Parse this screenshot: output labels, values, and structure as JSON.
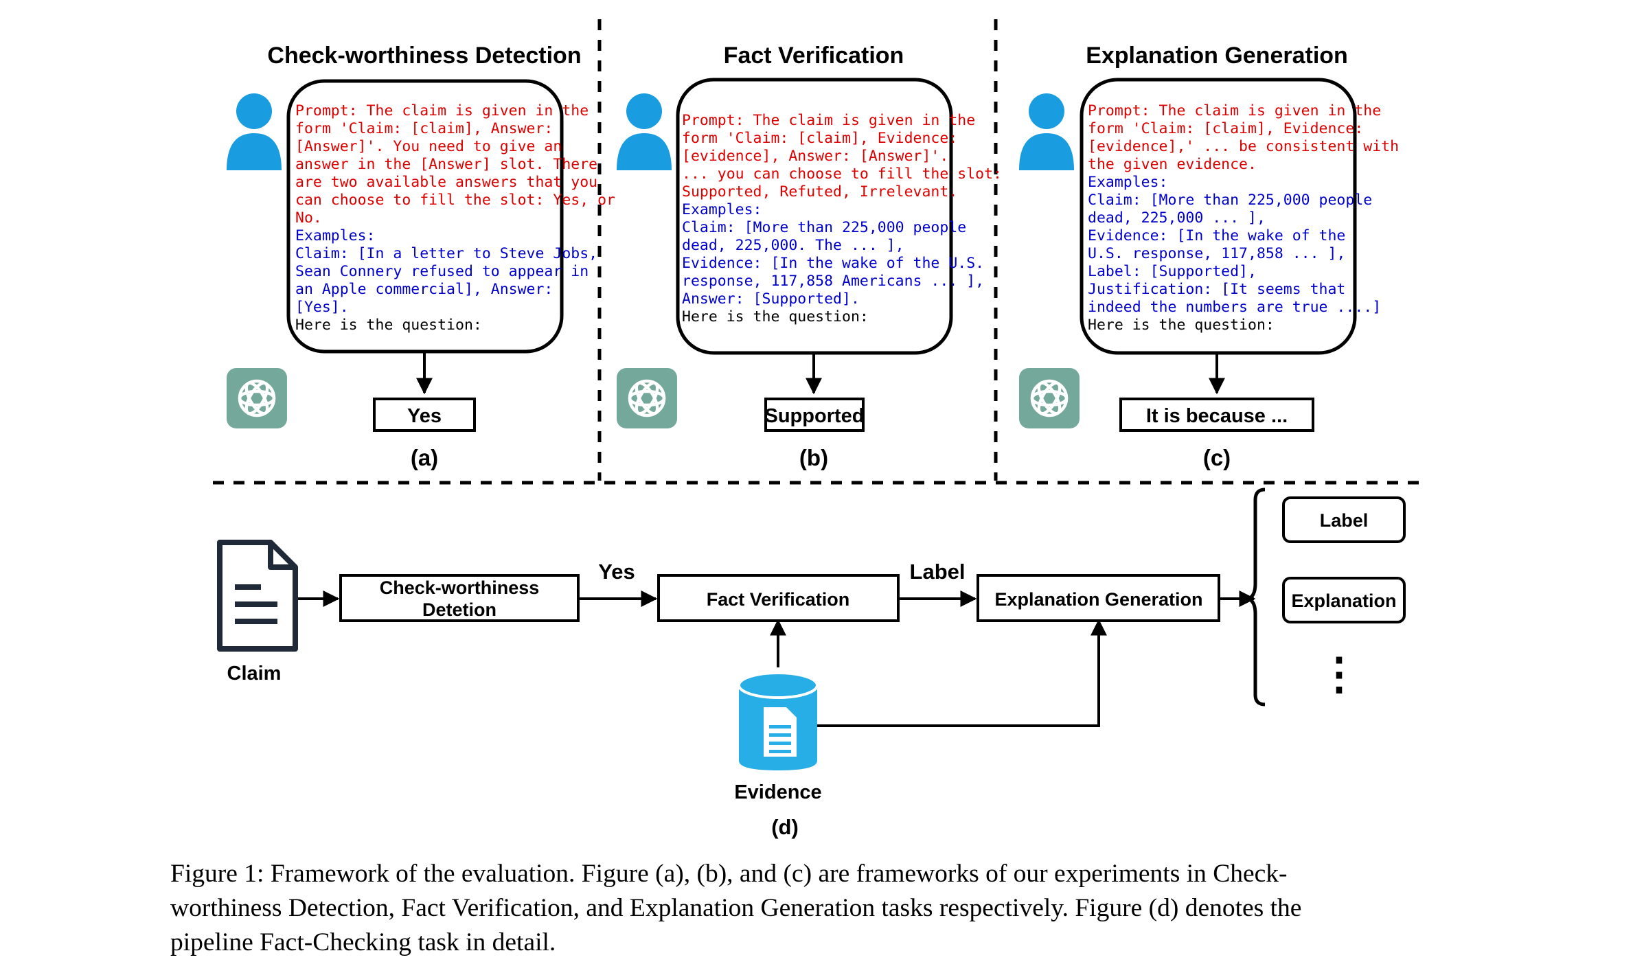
{
  "panels": {
    "a": {
      "title": "Check-worthiness Detection",
      "prompt_lines": [
        {
          "text": "Prompt: The claim is given in the",
          "color": "red"
        },
        {
          "text": "form 'Claim: [claim], Answer:",
          "color": "red"
        },
        {
          "text": "[Answer]'. You need to give an",
          "color": "red"
        },
        {
          "text": "answer in the [Answer] slot. There",
          "color": "red"
        },
        {
          "text": "are two available answers that you",
          "color": "red"
        },
        {
          "text": "can choose to fill the slot: Yes, or",
          "color": "red"
        },
        {
          "text": "No.",
          "color": "red"
        },
        {
          "text": "Examples:",
          "color": "blue"
        },
        {
          "text": "Claim: [In a letter to Steve Jobs,",
          "color": "blue"
        },
        {
          "text": "Sean Connery refused to appear in",
          "color": "blue"
        },
        {
          "text": "an Apple commercial], Answer:",
          "color": "blue"
        },
        {
          "text": "[Yes].",
          "color": "blue"
        },
        {
          "text": "Here is the question:",
          "color": "black"
        }
      ],
      "output": "Yes",
      "label": "(a)"
    },
    "b": {
      "title": "Fact Verification",
      "prompt_lines": [
        {
          "text": "Prompt: The claim is given in the",
          "color": "red"
        },
        {
          "text": "form 'Claim: [claim], Evidence:",
          "color": "red"
        },
        {
          "text": "[evidence], Answer: [Answer]'.",
          "color": "red"
        },
        {
          "text": "... you can choose to fill the slot:",
          "color": "red"
        },
        {
          "text": "Supported, Refuted, Irrelevant.",
          "color": "red"
        },
        {
          "text": "Examples:",
          "color": "blue"
        },
        {
          "text": "Claim: [More than 225,000 people",
          "color": "blue"
        },
        {
          "text": "dead, 225,000. The ... ],",
          "color": "blue"
        },
        {
          "text": "Evidence: [In the wake of the U.S.",
          "color": "blue"
        },
        {
          "text": "response, 117,858 Americans ... ],",
          "color": "blue"
        },
        {
          "text": "Answer: [Supported].",
          "color": "blue"
        },
        {
          "text": "Here is the question:",
          "color": "black"
        }
      ],
      "output": "Supported",
      "label": "(b)"
    },
    "c": {
      "title": "Explanation Generation",
      "prompt_lines": [
        {
          "text": "Prompt: The claim is given in the",
          "color": "red"
        },
        {
          "text": "form 'Claim: [claim], Evidence:",
          "color": "red"
        },
        {
          "text": "[evidence],' ... be consistent with",
          "color": "red"
        },
        {
          "text": "the given evidence.",
          "color": "red"
        },
        {
          "text": "Examples:",
          "color": "blue"
        },
        {
          "text": "Claim: [More than 225,000 people",
          "color": "blue"
        },
        {
          "text": "dead, 225,000 ... ],",
          "color": "blue"
        },
        {
          "text": "Evidence: [In the wake of the",
          "color": "blue"
        },
        {
          "text": "U.S. response, 117,858 ... ],",
          "color": "blue"
        },
        {
          "text": "Label: [Supported],",
          "color": "blue"
        },
        {
          "text": "Justification: [It seems that",
          "color": "blue"
        },
        {
          "text": "indeed the numbers are true ....]",
          "color": "blue"
        },
        {
          "text": "Here is the question:",
          "color": "black"
        }
      ],
      "output": "It is because ...",
      "label": "(c)"
    }
  },
  "pipeline": {
    "claim_label": "Claim",
    "step1_line1": "Check-worthiness",
    "step1_line2": "Detetion",
    "edge1_label": "Yes",
    "step2": "Fact Verification",
    "edge2_label": "Label",
    "step3": "Explanation Generation",
    "evidence_label": "Evidence",
    "out_label": "Label",
    "out_explanation": "Explanation",
    "out_more": "⋮",
    "panel_label": "(d)"
  },
  "caption": {
    "lines": [
      "Figure 1: Framework of the evaluation.  Figure (a), (b), and (c) are frameworks of our experiments in Check-",
      "worthiness Detection, Fact Verification, and Explanation Generation tasks respectively.  Figure (d) denotes the",
      "pipeline Fact-Checking task in detail."
    ]
  },
  "colors": {
    "prompt_red": "#dd0000",
    "prompt_blue": "#0000cc",
    "user_icon": "#1a9de0",
    "gpt_logo": "#74a89b",
    "evidence_db": "#27aee6"
  }
}
